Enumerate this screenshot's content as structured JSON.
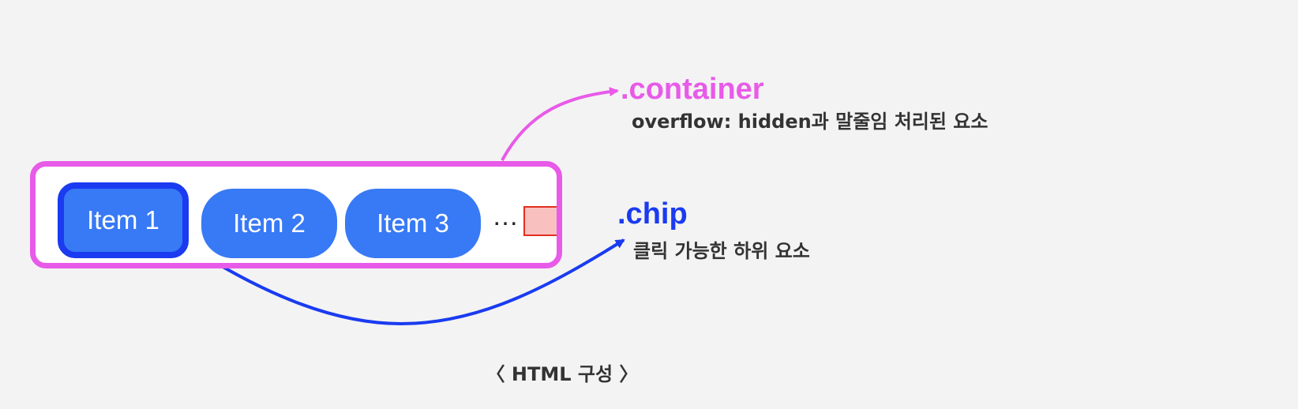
{
  "chips": [
    "Item 1",
    "Item 2",
    "Item 3"
  ],
  "ellipsis": "…",
  "container_label": {
    "title": ".container",
    "desc": "overflow: hidden과 말줄임 처리된 요소",
    "color": "#e85ae8"
  },
  "chip_label": {
    "title": ".chip",
    "desc": "클릭 가능한 하위 요소",
    "color": "#1a3bf0"
  },
  "caption": "〈 HTML 구성 〉",
  "colors": {
    "background": "#f3f3f3",
    "chip_fill": "#3879f5",
    "overflow_fill": "#f9c0c0",
    "overflow_border": "#e03020"
  }
}
